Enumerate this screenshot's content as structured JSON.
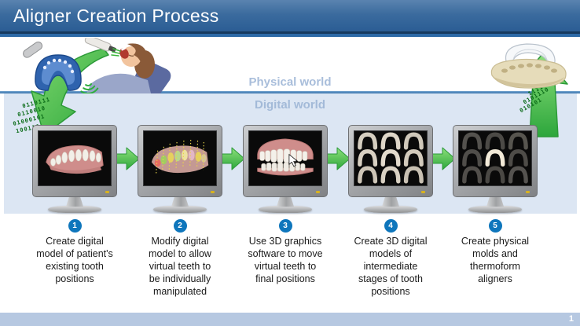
{
  "header": {
    "title": "Aligner Creation Process"
  },
  "regions": {
    "physical_label": "Physical world",
    "digital_label": "Digital world"
  },
  "steps": [
    {
      "num": "1",
      "text": "Create digital model of patient's existing tooth positions"
    },
    {
      "num": "2",
      "text": "Modify digital model to allow virtual teeth to be individually manipulated"
    },
    {
      "num": "3",
      "text": "Use 3D graphics software to move virtual teeth to final positions"
    },
    {
      "num": "4",
      "text": "Create 3D digital models of intermediate stages of tooth positions"
    },
    {
      "num": "5",
      "text": "Create physical molds and thermoform aligners"
    }
  ],
  "binary": {
    "down": [
      "0110111",
      "0110010",
      "01000101",
      "100110"
    ],
    "up": [
      "1000101",
      "11110110",
      "0101110",
      "010101"
    ]
  },
  "footer": {
    "page_number": "1"
  },
  "colors": {
    "header_gradient_top": "#557fad",
    "header_gradient_bottom": "#2b5d94",
    "header_rule_dark": "#16395e",
    "header_rule_light": "#2d6aa7",
    "digital_band": "#dce6f3",
    "divider_line": "#4c86bb",
    "world_label": "#a9bedb",
    "step_badge": "#0e76bc",
    "arrow_green": "#3cb544",
    "footer_bar": "#b6c8e1"
  }
}
